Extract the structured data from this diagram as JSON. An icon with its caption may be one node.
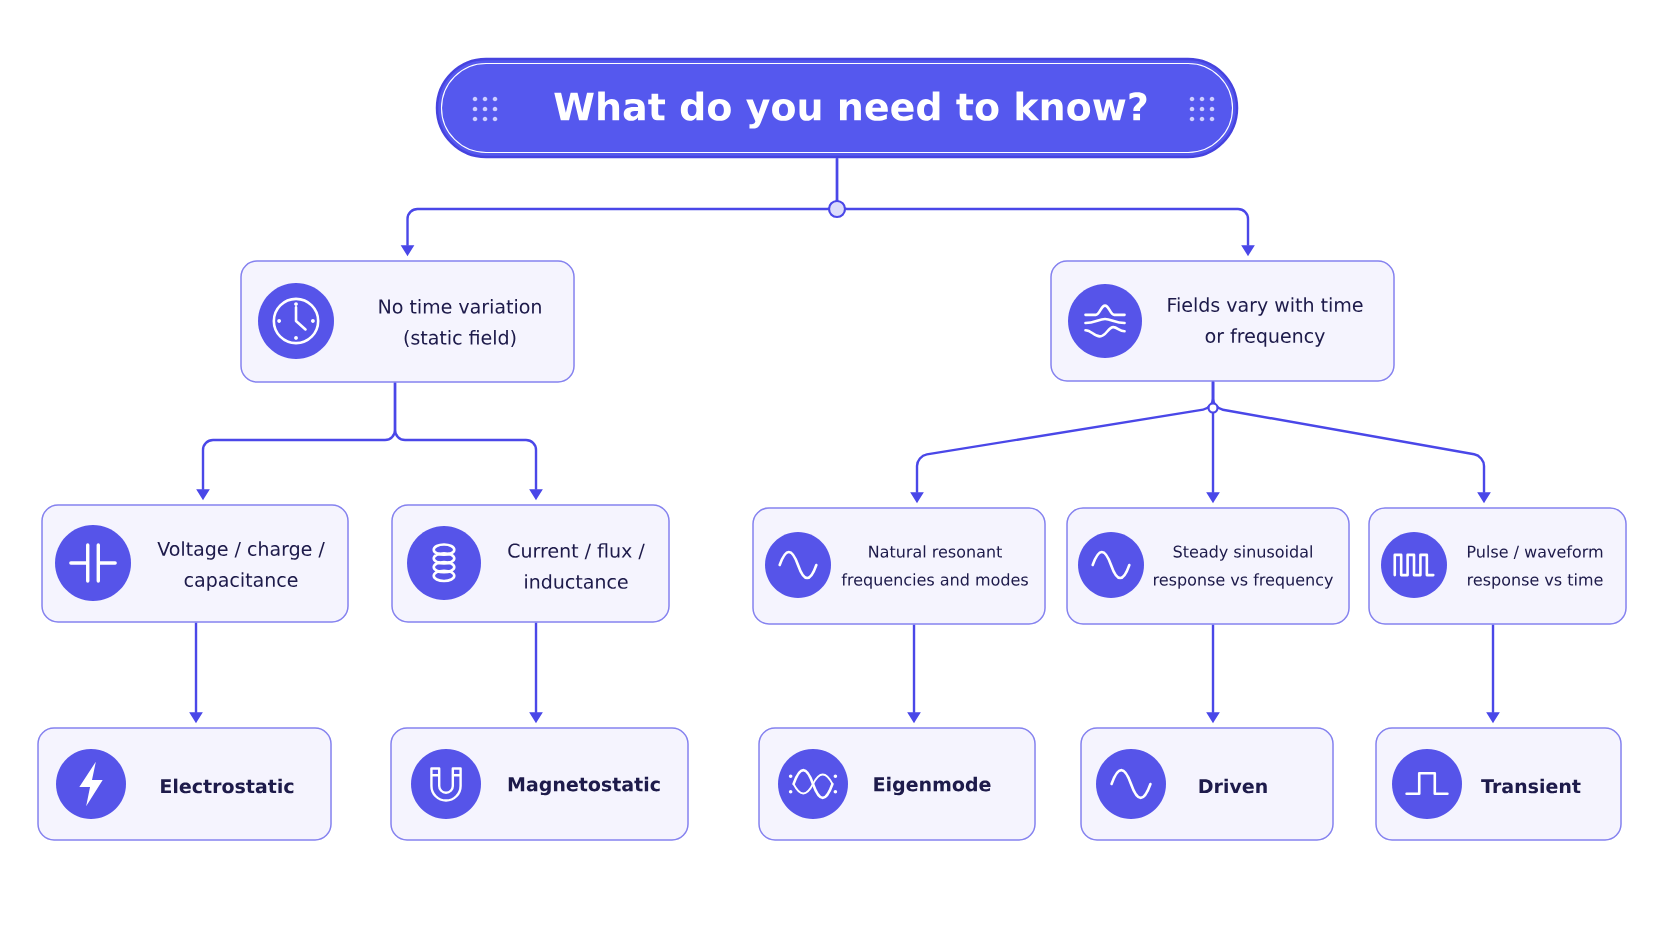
{
  "diagram": {
    "nodes": [
      {
        "text": [
          "What do you need to know?"
        ]
      },
      {
        "text": [
          "No time variation (static field)"
        ]
      },
      {
        "text": [
          "Fields vary with time or frequency"
        ]
      },
      {
        "text": [
          "Voltage / charge / capacitance"
        ]
      },
      {
        "text": [
          "Current / flux / inductance"
        ]
      },
      {
        "text": [
          "Natural resonant frequencies and modes"
        ]
      },
      {
        "text": [
          "Steady sinusoidal response vs frequency"
        ]
      },
      {
        "text": [
          "Pulse / waveform response vs time"
        ]
      },
      {
        "text": [
          "Electrostatic"
        ]
      },
      {
        "text": [
          "Magnetostatic"
        ]
      },
      {
        "text": [
          "Eigenmode"
        ]
      },
      {
        "text": [
          "Driven"
        ]
      },
      {
        "text": [
          "Transient"
        ]
      }
    ],
    "edges": [
      {
        "from": 0,
        "to": 1,
        "arrow": "to"
      },
      {
        "from": 0,
        "to": 2,
        "arrow": "to"
      },
      {
        "from": 1,
        "to": 3,
        "arrow": "to"
      },
      {
        "from": 1,
        "to": 4,
        "arrow": "to"
      },
      {
        "from": 2,
        "to": 5,
        "arrow": "to"
      },
      {
        "from": 2,
        "to": 6,
        "arrow": "to"
      },
      {
        "from": 2,
        "to": 7,
        "arrow": "to"
      },
      {
        "from": 3,
        "to": 8,
        "arrow": "to"
      },
      {
        "from": 4,
        "to": 9,
        "arrow": "to"
      },
      {
        "from": 5,
        "to": 10,
        "arrow": "to"
      },
      {
        "from": 6,
        "to": 11,
        "arrow": "to"
      },
      {
        "from": 7,
        "to": 12,
        "arrow": "to"
      }
    ]
  }
}
